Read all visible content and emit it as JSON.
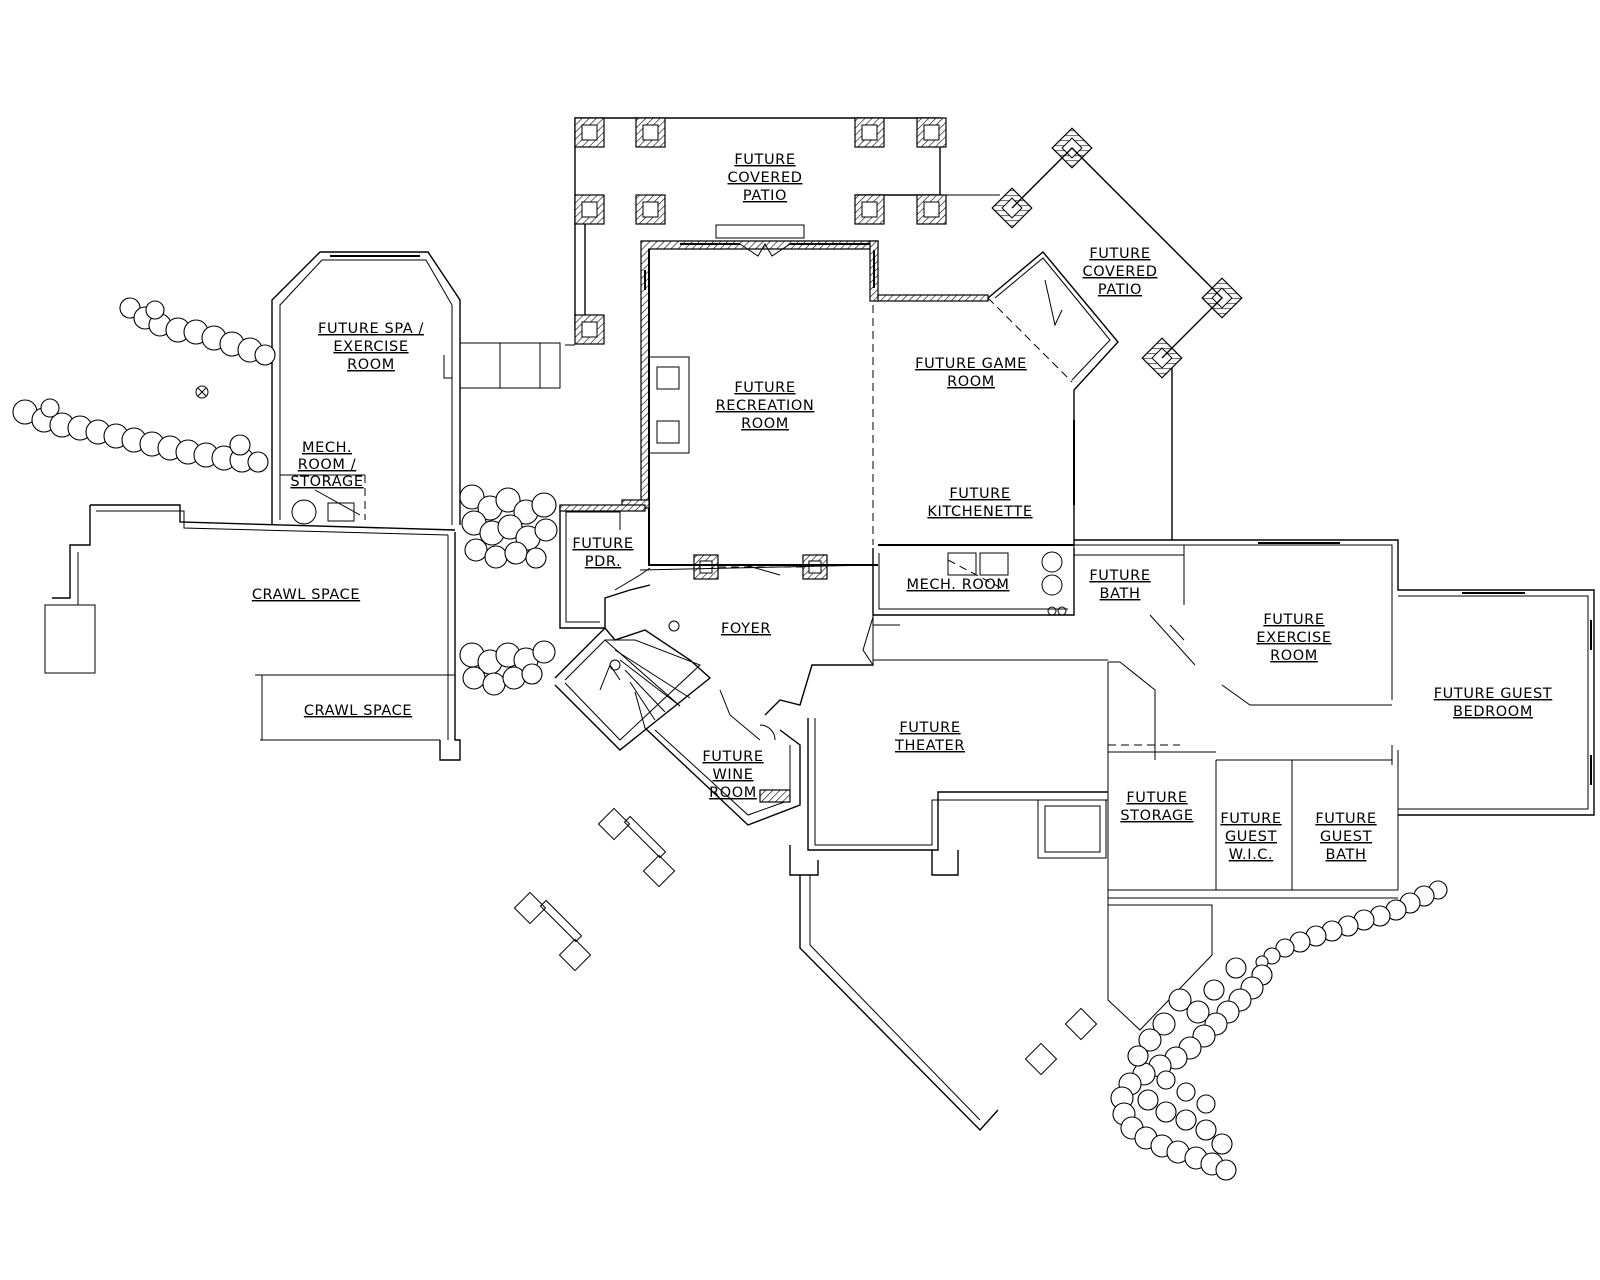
{
  "rooms": {
    "covered_patio_1": [
      "FUTURE",
      "COVERED",
      "PATIO"
    ],
    "covered_patio_2": [
      "FUTURE",
      "COVERED",
      "PATIO"
    ],
    "spa": [
      "FUTURE SPA /",
      "EXERCISE",
      "ROOM"
    ],
    "mech_storage": [
      "MECH.",
      "ROOM /",
      "STORAGE"
    ],
    "recreation": [
      "FUTURE",
      "RECREATION",
      "ROOM"
    ],
    "game_room": [
      "FUTURE GAME",
      "ROOM"
    ],
    "kitchenette": [
      "FUTURE",
      "KITCHENETTE"
    ],
    "pdr": [
      "FUTURE",
      "PDR."
    ],
    "crawl_space_1": [
      "CRAWL SPACE"
    ],
    "crawl_space_2": [
      "CRAWL SPACE"
    ],
    "foyer": [
      "FOYER"
    ],
    "mech_room": [
      "MECH. ROOM"
    ],
    "bath": [
      "FUTURE",
      "BATH"
    ],
    "exercise": [
      "FUTURE",
      "EXERCISE",
      "ROOM"
    ],
    "guest_bedroom": [
      "FUTURE GUEST",
      "BEDROOM"
    ],
    "theater": [
      "FUTURE",
      "THEATER"
    ],
    "wine_room": [
      "FUTURE",
      "WINE",
      "ROOM"
    ],
    "storage": [
      "FUTURE",
      "STORAGE"
    ],
    "guest_wic": [
      "FUTURE",
      "GUEST",
      "W.I.C."
    ],
    "guest_bath": [
      "FUTURE",
      "GUEST",
      "BATH"
    ]
  }
}
